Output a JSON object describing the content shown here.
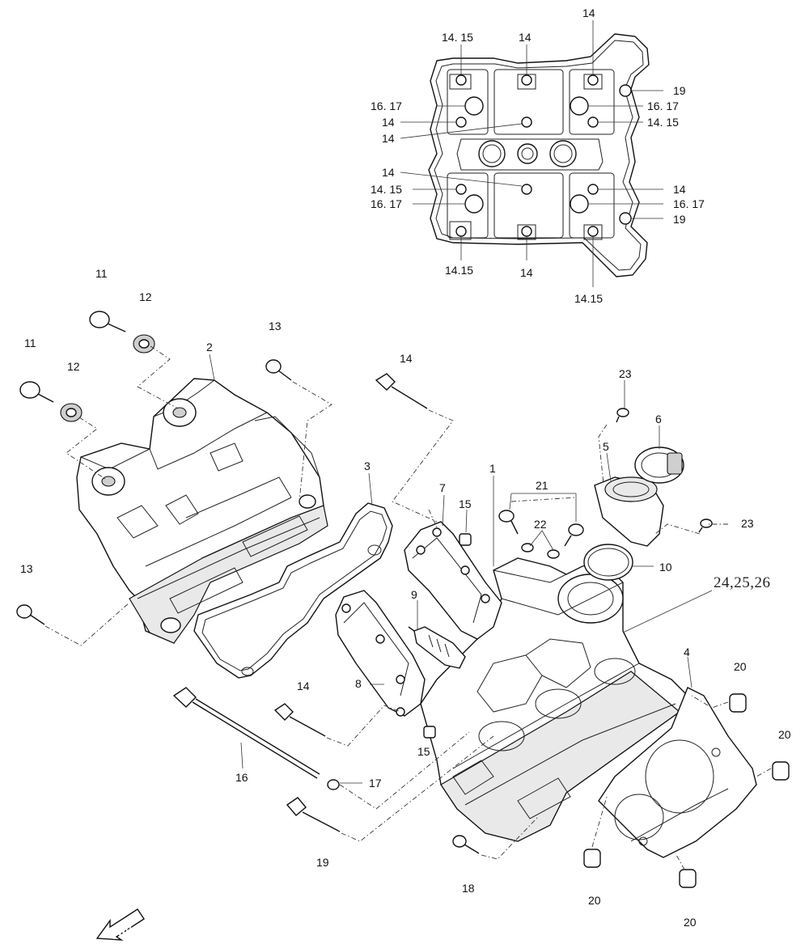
{
  "diagram": {
    "inset_labels": {
      "l1": "14",
      "l2": "14. 15",
      "l3": "14",
      "l4": "19",
      "l5": "16. 17",
      "l6": "16. 17",
      "l7": "14",
      "l8": "14. 15",
      "l9": "14",
      "l10": "14",
      "l11": "14. 15",
      "l12": "14",
      "l13": "16. 17",
      "l14": "16. 17",
      "l15": "19",
      "l16": "14.15",
      "l17": "14",
      "l18": "14.15"
    },
    "part_labels": {
      "p11a": "11",
      "p12a": "12",
      "p11b": "11",
      "p12b": "12",
      "p2": "2",
      "p13a": "13",
      "p14a": "14",
      "p23a": "23",
      "p6": "6",
      "p5": "5",
      "p3": "3",
      "p7": "7",
      "p1": "1",
      "p21": "21",
      "p15a": "15",
      "p22": "22",
      "p23b": "23",
      "p10": "10",
      "p13b": "13",
      "p24": "24,25,26",
      "p9": "9",
      "p4": "4",
      "p20a": "20",
      "p20b": "20",
      "p8": "8",
      "p14b": "14",
      "p15b": "15",
      "p16": "16",
      "p17": "17",
      "p19": "19",
      "p18": "18",
      "p20c": "20",
      "p20d": "20"
    },
    "fwd_label": "FWD"
  }
}
